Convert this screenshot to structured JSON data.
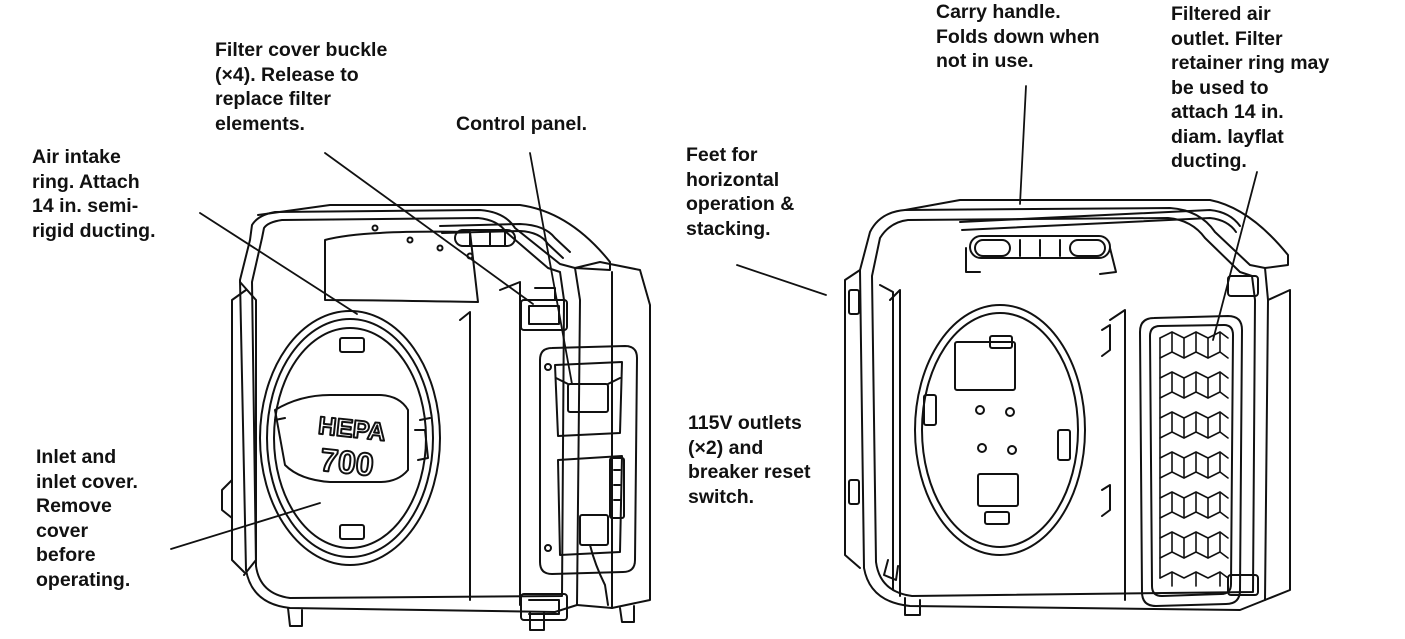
{
  "callouts": {
    "filter_cover_buckle": "Filter cover buckle\n(×4). Release to\nreplace filter\nelements.",
    "control_panel": "Control panel.",
    "air_intake_ring": "Air intake\nring. Attach\n14 in. semi-\nrigid ducting.",
    "inlet_cover": "Inlet and\ninlet cover.\nRemove\ncover\nbefore\noperating.",
    "feet": "Feet for\nhorizontal\noperation &\nstacking.",
    "outlets": "115V outlets\n(×2) and\nbreaker reset\nswitch.",
    "carry_handle": "Carry handle.\nFolds down when\nnot in use.",
    "filtered_air_outlet": "Filtered air\noutlet. Filter\nretainer ring may\nbe used to\nattach 14 in.\ndiam. layflat\nducting."
  },
  "unit_logo": {
    "line1": "HEPA",
    "line2": "700"
  },
  "colors": {
    "line": "#111111",
    "background": "#ffffff"
  }
}
